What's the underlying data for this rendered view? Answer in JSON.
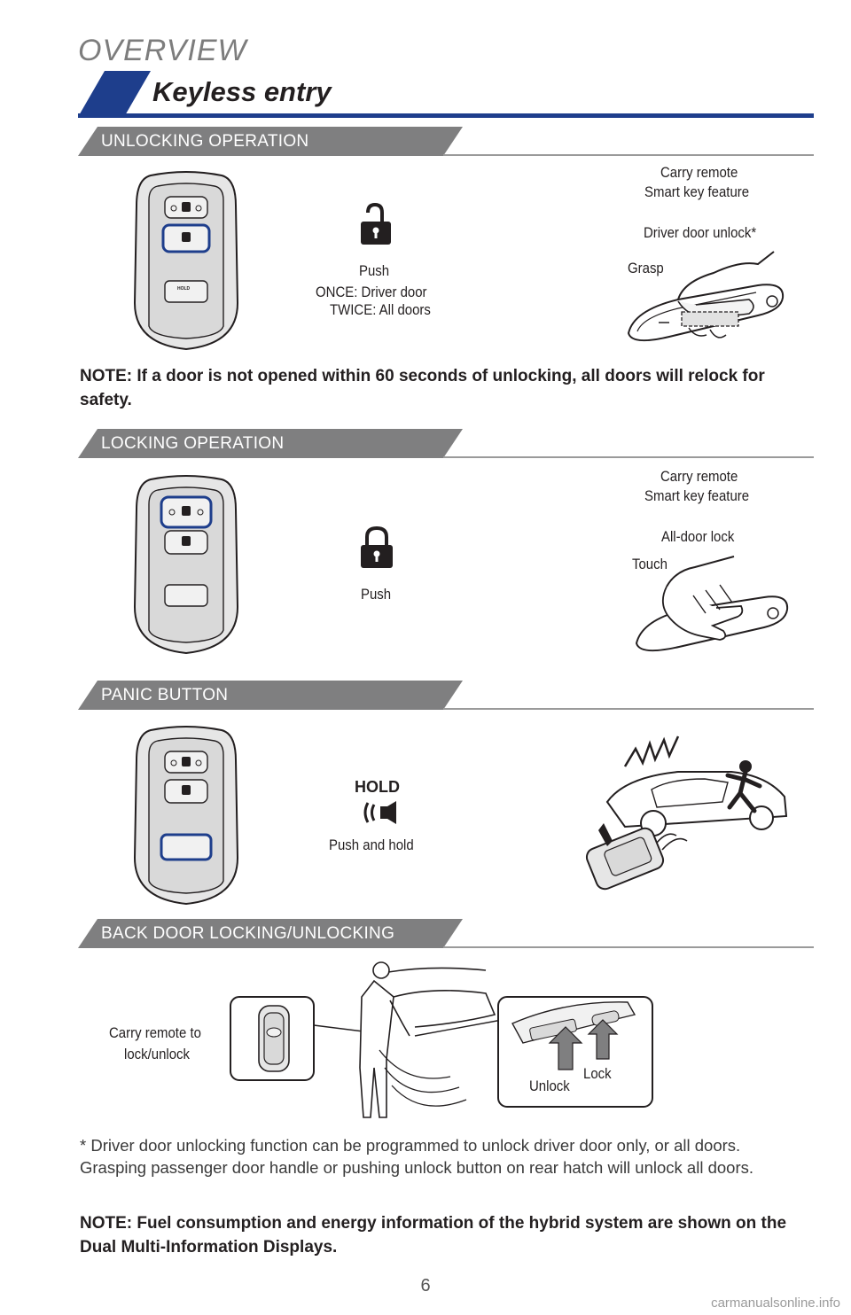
{
  "header": {
    "section": "OVERVIEW",
    "title": "Keyless entry"
  },
  "colors": {
    "navy": "#1e3e8c",
    "gray_bar": "#7f7f80",
    "key_body": "#e6e6e6"
  },
  "unlocking": {
    "heading": "UNLOCKING OPERATION",
    "push_label": "Push",
    "once_label": "ONCE: Driver door",
    "twice_label": "TWICE: All doors",
    "carry_line1": "Carry remote",
    "carry_line2": "Smart key feature",
    "door_unlock_label": "Driver door unlock*",
    "grasp_label": "Grasp",
    "note": "NOTE: If a door is not opened within 60 seconds of unlocking, all doors will relock for safety."
  },
  "locking": {
    "heading": "LOCKING OPERATION",
    "push_label": "Push",
    "carry_line1": "Carry remote",
    "carry_line2": "Smart key feature",
    "all_door_label": "All-door lock",
    "touch_label": "Touch"
  },
  "panic": {
    "heading": "PANIC BUTTON",
    "hold_label": "HOLD",
    "push_hold_label": "Push and hold"
  },
  "back_door": {
    "heading": "BACK DOOR LOCKING/UNLOCKING",
    "carry_line1": "Carry remote to",
    "carry_line2": "lock/unlock",
    "unlock_label": "Unlock",
    "lock_label": "Lock"
  },
  "key_hold_text": "HOLD",
  "footnote": "* Driver door unlocking function can be programmed to unlock driver door only, or all doors. Grasping passenger door handle or pushing unlock button on rear hatch will unlock all doors.",
  "bottom_note": "NOTE: Fuel consumption and energy information of the hybrid system are shown on the Dual Multi-Information Displays.",
  "page_number": "6",
  "watermark": "carmanualsonline.info"
}
